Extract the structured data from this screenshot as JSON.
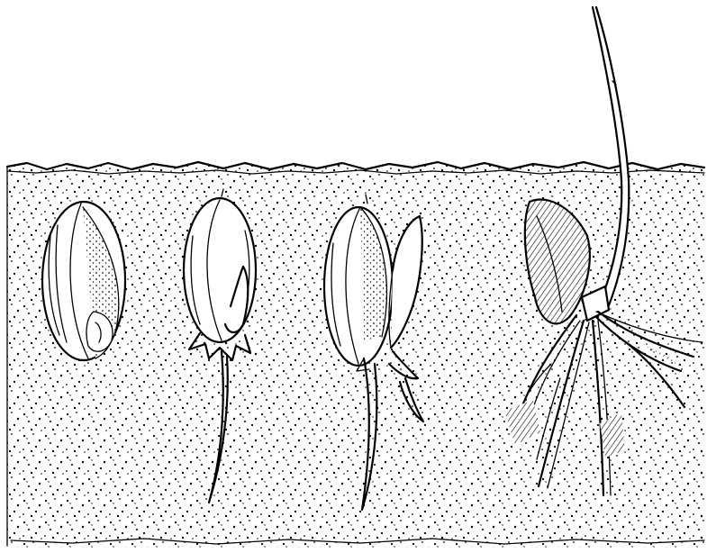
{
  "figure": {
    "stages": [
      {
        "id": "stage-1",
        "state": "seed"
      },
      {
        "id": "stage-2",
        "state": "radicle-emerged"
      },
      {
        "id": "stage-3",
        "state": "shoot-and-root"
      },
      {
        "id": "stage-4",
        "state": "seedling"
      }
    ],
    "colors": {
      "ink": "#000000",
      "paper": "#ffffff"
    }
  }
}
